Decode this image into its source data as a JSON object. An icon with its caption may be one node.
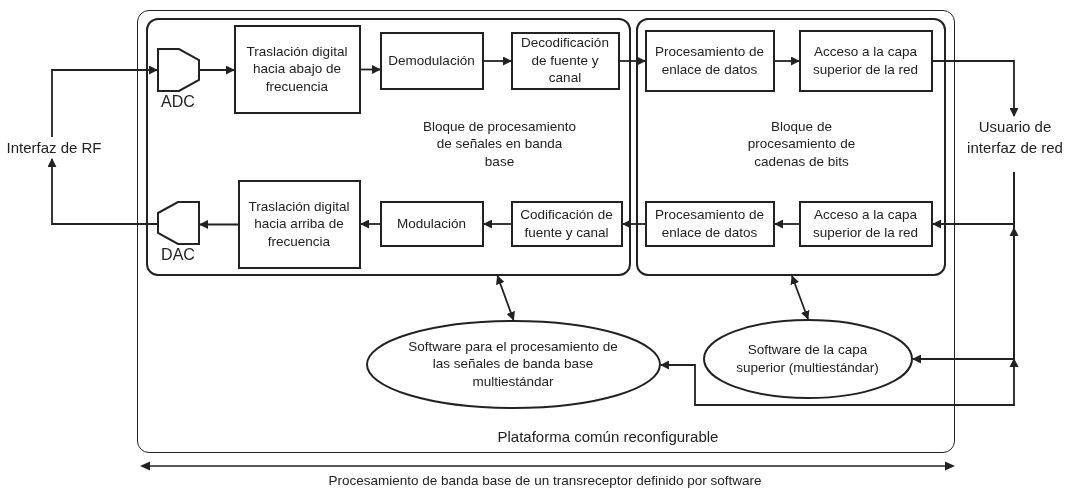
{
  "diagram": {
    "nodes": [
      {
        "text": [
          "Plataforma común reconfigurable"
        ]
      },
      {
        "text": [
          "Bloque de procesamiento de señales en banda base"
        ],
        "in": 0
      },
      {
        "text": [
          "Bloque de procesamiento de cadenas de bits"
        ],
        "in": 0
      },
      {
        "text": [
          "ADC"
        ],
        "in": 1
      },
      {
        "text": [
          "Traslación digital hacia abajo de frecuencia"
        ],
        "in": 1
      },
      {
        "text": [
          "Demodulación"
        ],
        "in": 1
      },
      {
        "text": [
          "Decodificación de fuente y canal"
        ],
        "in": 1
      },
      {
        "text": [
          "DAC"
        ],
        "in": 1
      },
      {
        "text": [
          "Traslación digital hacia arriba de frecuencia"
        ],
        "in": 1
      },
      {
        "text": [
          "Modulación"
        ],
        "in": 1
      },
      {
        "text": [
          "Codificación de fuente y canal"
        ],
        "in": 1
      },
      {
        "text": [
          "Procesamiento de enlace de datos"
        ],
        "in": 2
      },
      {
        "text": [
          "Acceso a la capa superior de la red"
        ],
        "in": 2
      },
      {
        "text": [
          "Procesamiento de enlace de datos"
        ],
        "in": 2
      },
      {
        "text": [
          "Acceso a la capa superior de la red"
        ],
        "in": 2
      },
      {
        "text": [
          "Software para el procesamiento de las señales de banda base multiestándar"
        ],
        "in": 0
      },
      {
        "text": [
          "Software de la capa superior (multiestándar)"
        ],
        "in": 0
      },
      {
        "text": [
          "Interfaz de RF"
        ]
      },
      {
        "text": [
          "Usuario de interfaz de red"
        ]
      }
    ],
    "edges": [
      {
        "from": 17,
        "to": 3,
        "arrow": "to"
      },
      {
        "from": 3,
        "to": 4,
        "arrow": "to"
      },
      {
        "from": 4,
        "to": 5,
        "arrow": "to"
      },
      {
        "from": 5,
        "to": 6,
        "arrow": "to"
      },
      {
        "from": 6,
        "to": 11,
        "arrow": "to"
      },
      {
        "from": 11,
        "to": 12,
        "arrow": "to"
      },
      {
        "from": 12,
        "to": 18,
        "arrow": "to"
      },
      {
        "from": 18,
        "to": 14,
        "arrow": "to"
      },
      {
        "from": 14,
        "to": 13,
        "arrow": "to"
      },
      {
        "from": 13,
        "to": 10,
        "arrow": "to"
      },
      {
        "from": 10,
        "to": 9,
        "arrow": "to"
      },
      {
        "from": 9,
        "to": 8,
        "arrow": "to"
      },
      {
        "from": 8,
        "to": 7,
        "arrow": "to"
      },
      {
        "from": 7,
        "to": 17,
        "arrow": "to"
      },
      {
        "from": 1,
        "to": 15,
        "arrow": "both"
      },
      {
        "from": 2,
        "to": 16,
        "arrow": "both"
      },
      {
        "from": 18,
        "to": 16,
        "arrow": "to"
      },
      {
        "from": 18,
        "to": 15,
        "arrow": "to"
      }
    ],
    "labels": [
      "Procesamiento de banda base de un transreceptor definido por software"
    ]
  }
}
